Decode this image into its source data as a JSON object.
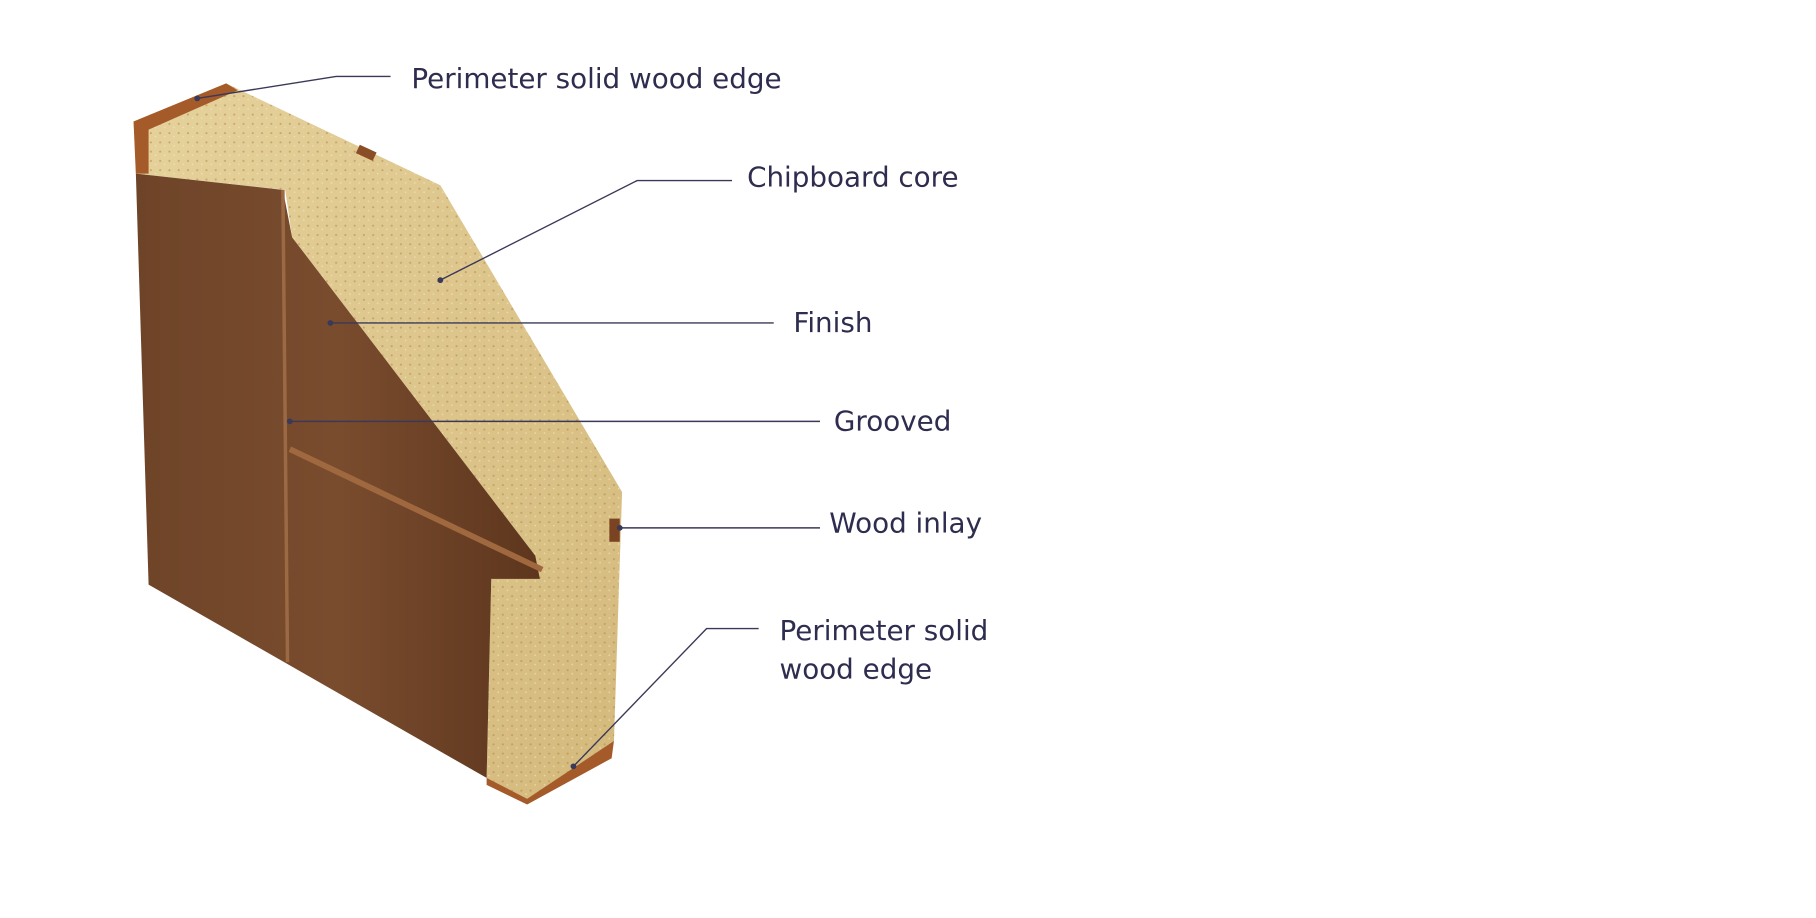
{
  "labels": {
    "top_edge": "Perimeter solid wood edge",
    "chipboard": "Chipboard core",
    "finish": "Finish",
    "grooved": "Grooved",
    "inlay": "Wood inlay",
    "bottom_edge_line1": "Perimeter solid",
    "bottom_edge_line2": "wood edge"
  },
  "colors": {
    "text": "#2e2d4f",
    "wood": "#6b3f22",
    "chipboard": "#dcc48c",
    "edge": "#9a5426"
  }
}
